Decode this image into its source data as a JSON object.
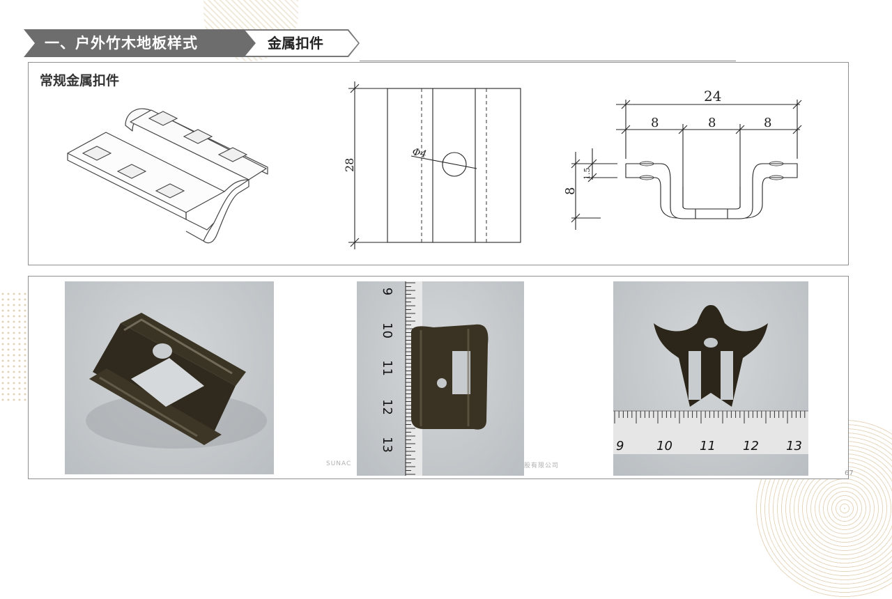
{
  "header": {
    "section_title": "一、户外竹木地板样式",
    "subsection_title": "金属扣件"
  },
  "panel_top": {
    "title": "常规金属扣件",
    "front_view": {
      "height_dim": "28",
      "hole_dim": "Φ4"
    },
    "side_view": {
      "total_width_dim": "24",
      "segment_dims": [
        "8",
        "8",
        "8"
      ],
      "height_dim": "8",
      "thickness_dim": "1.5"
    }
  },
  "photos": {
    "ruler_vertical_marks": [
      "9",
      "10",
      "11",
      "12",
      "13"
    ],
    "ruler_horizontal_marks": [
      "9",
      "10",
      "11",
      "12",
      "13"
    ]
  },
  "footer": {
    "company_left": "SUNAC",
    "company_right": "股有限公司",
    "page_number": "67"
  },
  "colors": {
    "ribbon_dark": "#6d6d6d",
    "panel_border": "#8f8f8f",
    "metal_clip": "#3a3424"
  }
}
